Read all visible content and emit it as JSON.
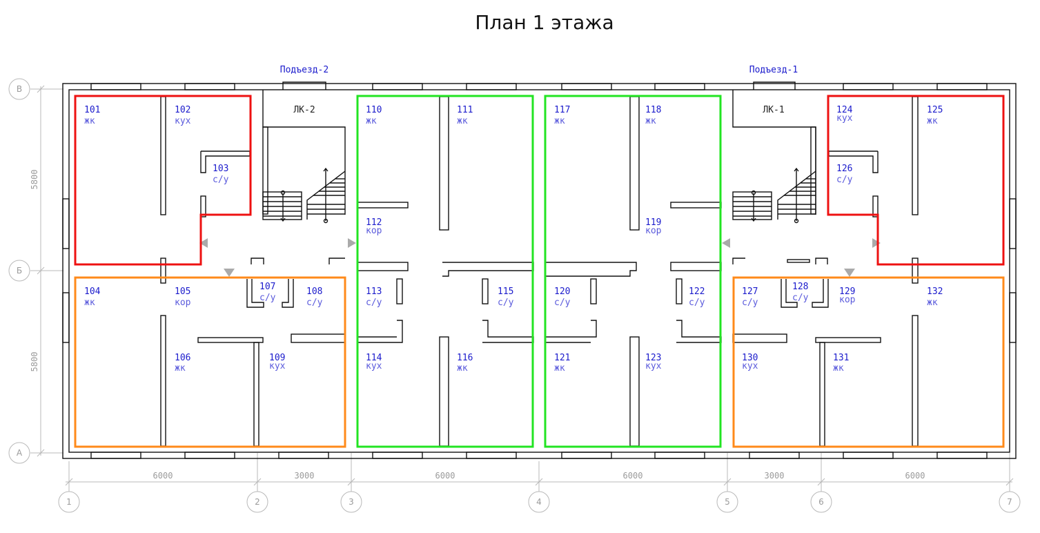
{
  "title": "План 1 этажа",
  "entrances": [
    {
      "label": "Подъезд-2"
    },
    {
      "label": "Подъезд-1"
    }
  ],
  "stairs": [
    {
      "label": "ЛК-2"
    },
    {
      "label": "ЛК-1"
    }
  ],
  "rooms": [
    {
      "num": "101",
      "type": "жк"
    },
    {
      "num": "102",
      "type": "кух"
    },
    {
      "num": "103",
      "type": "с/у"
    },
    {
      "num": "104",
      "type": "жк"
    },
    {
      "num": "105",
      "type": "кор"
    },
    {
      "num": "106",
      "type": "жк"
    },
    {
      "num": "107",
      "type": "с/у"
    },
    {
      "num": "108",
      "type": "с/у"
    },
    {
      "num": "109",
      "type": "кух"
    },
    {
      "num": "110",
      "type": "жк"
    },
    {
      "num": "111",
      "type": "жк"
    },
    {
      "num": "112",
      "type": "кор"
    },
    {
      "num": "113",
      "type": "с/у"
    },
    {
      "num": "114",
      "type": "кух"
    },
    {
      "num": "115",
      "type": "с/у"
    },
    {
      "num": "116",
      "type": "жк"
    },
    {
      "num": "117",
      "type": "жк"
    },
    {
      "num": "118",
      "type": "жк"
    },
    {
      "num": "119",
      "type": "кор"
    },
    {
      "num": "120",
      "type": "с/у"
    },
    {
      "num": "121",
      "type": "жк"
    },
    {
      "num": "122",
      "type": "с/у"
    },
    {
      "num": "123",
      "type": "кух"
    },
    {
      "num": "124",
      "type": "кух"
    },
    {
      "num": "125",
      "type": "жк"
    },
    {
      "num": "126",
      "type": "с/у"
    },
    {
      "num": "127",
      "type": "с/у"
    },
    {
      "num": "128",
      "type": "с/у"
    },
    {
      "num": "129",
      "type": "кор"
    },
    {
      "num": "130",
      "type": "кух"
    },
    {
      "num": "131",
      "type": "жк"
    },
    {
      "num": "132",
      "type": "жк"
    }
  ],
  "axes_columns": [
    "1",
    "2",
    "3",
    "4",
    "5",
    "6",
    "7"
  ],
  "axes_rows": [
    "В",
    "Б",
    "А"
  ],
  "dims_horizontal": [
    "6000",
    "3000",
    "6000",
    "6000",
    "3000",
    "6000"
  ],
  "dims_vertical": [
    "5800",
    "5800"
  ],
  "colors": {
    "apartment_red": "#ee1111",
    "apartment_orange": "#ff8a1a",
    "apartment_green": "#22e422",
    "wall": "#111111",
    "label_blue": "#1a1acc",
    "dimension_gray": "#9a9a9a"
  }
}
